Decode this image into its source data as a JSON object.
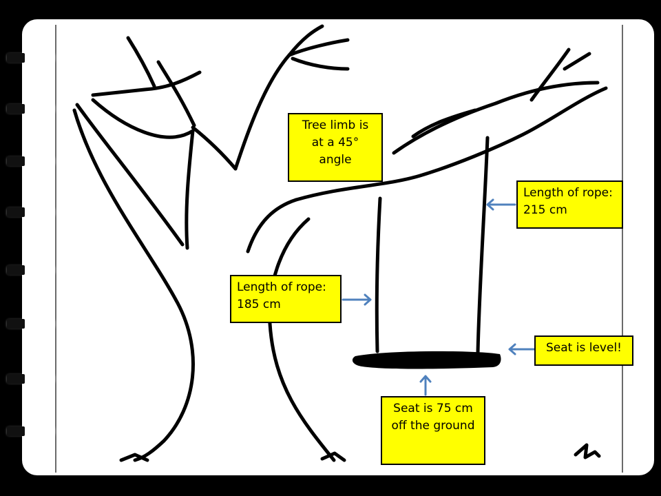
{
  "labels": {
    "limb_angle": "Tree limb is at a 45° angle",
    "rope_right": "Length of rope: 215 cm",
    "rope_left": "Length of rope: 185 cm",
    "seat_level": "Seat is level!",
    "seat_height": "Seat is 75 cm off the ground"
  },
  "colors": {
    "label_fill": "#ffff00",
    "arrow": "#4f81bd",
    "ink": "#000000"
  }
}
